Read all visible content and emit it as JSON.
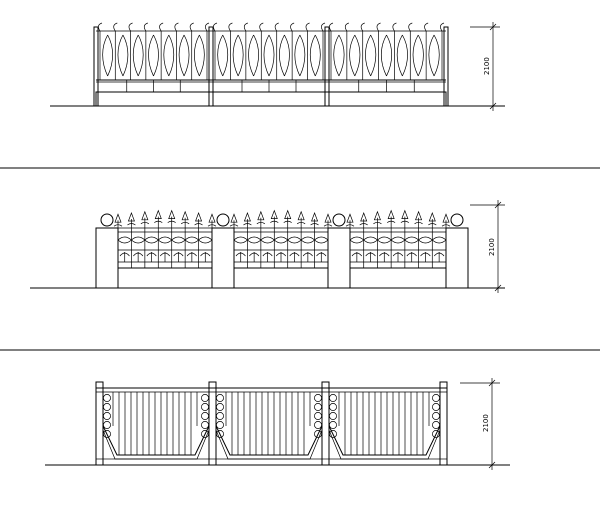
{
  "drawings": [
    {
      "id": "fence-1",
      "dimension_label": "2100"
    },
    {
      "id": "fence-2",
      "dimension_label": "2100"
    },
    {
      "id": "fence-3",
      "dimension_label": "2100"
    }
  ]
}
